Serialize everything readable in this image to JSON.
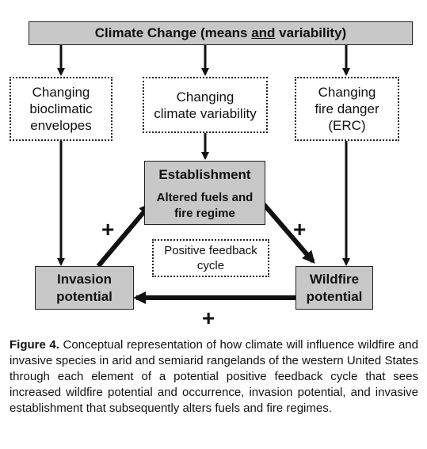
{
  "top_box": {
    "prefix": "Climate Change (means ",
    "underlined": "and",
    "suffix": " variability)"
  },
  "drivers": [
    {
      "line1": "Changing",
      "line2": "bioclimatic",
      "line3": "envelopes"
    },
    {
      "line1": "Changing",
      "line2": "climate variability"
    },
    {
      "line1": "Changing",
      "line2": "fire danger",
      "line3": "(ERC)"
    }
  ],
  "establishment": {
    "title": "Establishment",
    "sub1": "Altered fuels and",
    "sub2": "fire regime"
  },
  "invasion": {
    "line1": "Invasion",
    "line2": "potential"
  },
  "wildfire": {
    "line1": "Wildfire",
    "line2": "potential"
  },
  "center_label": {
    "line1": "Positive feedback",
    "line2": "cycle"
  },
  "feedback_signs": [
    "+",
    "+",
    "+"
  ],
  "caption": {
    "label": "Figure 4.",
    "text": " Conceptual representation of how climate will influence wildfire and invasive species in arid and semiarid rangelands of the western United States through each element of a potential positive feedback cycle that sees increased wildfire potential and occurrence, invasion potential, and invasive establishment that subsequently alters fuels and fire regimes."
  }
}
